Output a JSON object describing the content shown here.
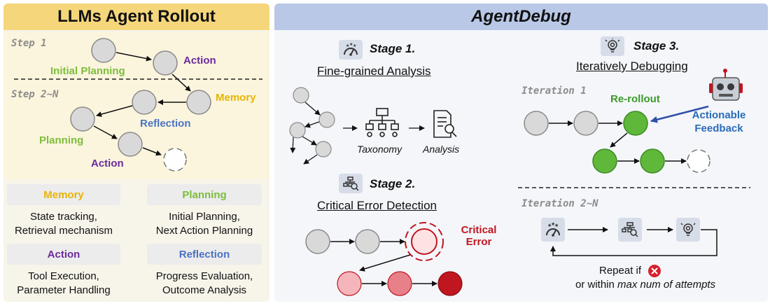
{
  "left_panel": {
    "title": "LLMs Agent Rollout",
    "step1": "Step 1",
    "step2": "Step 2~N",
    "labels": {
      "initial_planning": "Initial Planning",
      "action": "Action",
      "memory": "Memory",
      "reflection": "Reflection",
      "planning": "Planning",
      "action2": "Action"
    },
    "modules": [
      {
        "title": "Memory",
        "color": "#e8b400",
        "desc1": "State tracking,",
        "desc2": "Retrieval mechanism"
      },
      {
        "title": "Planning",
        "color": "#7dbd3c",
        "desc1": "Initial Planning,",
        "desc2": "Next Action Planning"
      },
      {
        "title": "Action",
        "color": "#6a2a9c",
        "desc1": "Tool Execution,",
        "desc2": "Parameter Handling"
      },
      {
        "title": "Reflection",
        "color": "#4a72c4",
        "desc1": "Progress Evaluation,",
        "desc2": "Outcome Analysis"
      }
    ]
  },
  "right_panel": {
    "title": "AgentDebug",
    "stage1": {
      "title": "Stage 1.",
      "subtitle": "Fine-grained Analysis",
      "taxonomy": "Taxonomy",
      "analysis": "Analysis"
    },
    "stage2": {
      "title": "Stage 2.",
      "subtitle": "Critical Error Detection",
      "critical1": "Critical",
      "critical2": "Error"
    },
    "stage3": {
      "title": "Stage 3.",
      "subtitle": "Iteratively Debugging",
      "iteration1": "Iteration 1",
      "rerollout": "Re-rollout",
      "feedback1": "Actionable",
      "feedback2": "Feedback",
      "iteration2": "Iteration 2~N",
      "repeat": "Repeat if",
      "within_prefix": "or within",
      "within_em": "max num of attempts"
    }
  },
  "colors": {
    "initial_planning": "#7dbd3c",
    "action": "#6a2a9c",
    "memory": "#e8b400",
    "reflection": "#4a72c4",
    "planning": "#7dbd3c",
    "critical": "#c0161f",
    "rerollout": "#3d9a2a",
    "feedback": "#2a6cb8",
    "node_gray": "#d9d9d9",
    "node_green": "#5fb83a"
  },
  "icons": {
    "stage1": "gauge-stars-icon",
    "stage2": "taxonomy-search-icon",
    "stage3": "bulb-gear-icon",
    "robot": "robot-icon",
    "fail": "x-circle-icon"
  }
}
